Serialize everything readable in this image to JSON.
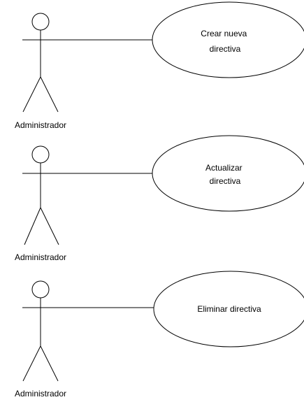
{
  "diagram": {
    "actor_label": "Administrador",
    "use_cases": [
      {
        "lines": [
          "Crear nueva",
          "directiva"
        ]
      },
      {
        "lines": [
          "Actualizar",
          "directiva"
        ]
      },
      {
        "lines": [
          "Eliminar directiva"
        ]
      }
    ]
  },
  "colors": {
    "stroke": "#000000",
    "background": "#ffffff"
  }
}
